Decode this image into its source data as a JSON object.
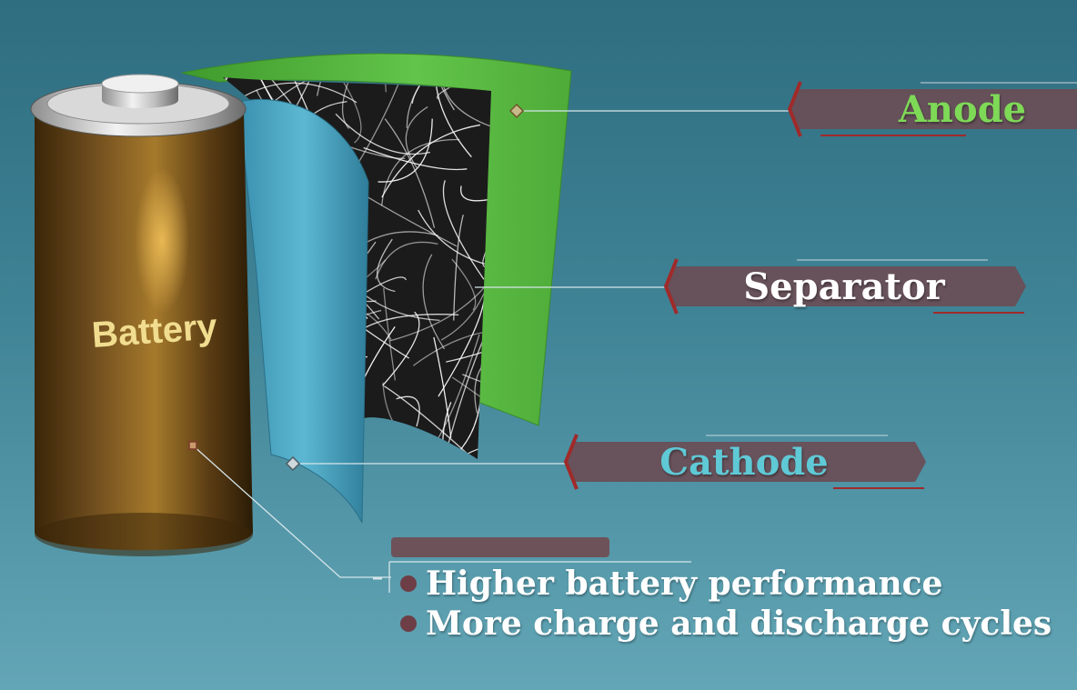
{
  "battery": {
    "label": "Battery"
  },
  "labels": {
    "anode": "Anode",
    "separator": "Separator",
    "cathode": "Cathode"
  },
  "benefits": [
    "Higher battery performance",
    "More charge and discharge cycles"
  ],
  "colors": {
    "anode_text": "#7ed957",
    "separator_text": "#ffffff",
    "cathode_text": "#5fc9d6",
    "banner_fill": "#6a4d55",
    "banner_accent": "#a02a2a",
    "anode_sheet": "#5bbf3a",
    "cathode_sheet": "#4aa9c4",
    "battery_body": "#6b4a1d"
  },
  "icons": [
    "battery-icon",
    "separator-mesh-icon",
    "connector-dot-icon",
    "bullet-icon"
  ]
}
